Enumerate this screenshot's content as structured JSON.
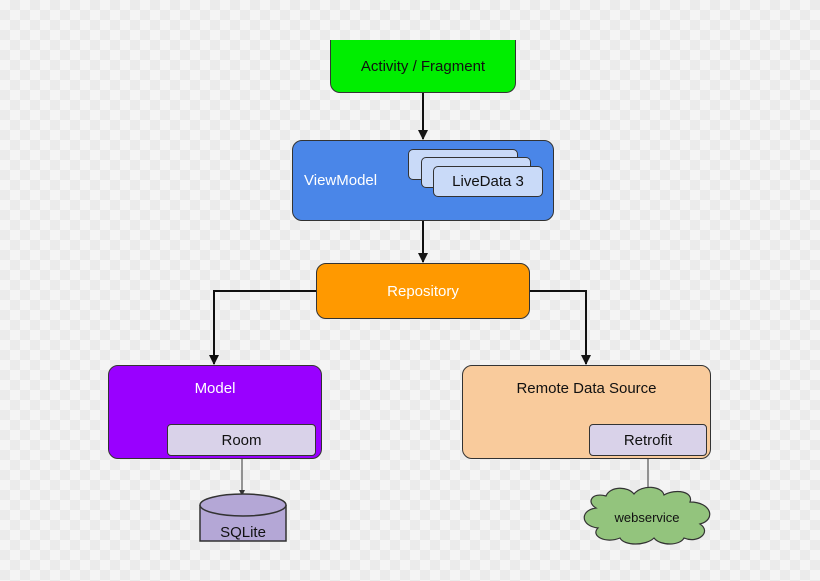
{
  "diagram": {
    "nodes": {
      "activity": {
        "label": "Activity / Fragment",
        "color": "#00ee00"
      },
      "viewmodel": {
        "label": "ViewModel",
        "color": "#4a86e8"
      },
      "livedata": {
        "label": "LiveData 3",
        "color": "#c9daf8"
      },
      "repository": {
        "label": "Repository",
        "color": "#ff9900"
      },
      "model": {
        "label": "Model",
        "color": "#9900ff"
      },
      "room": {
        "label": "Room",
        "color": "#d9d2e9"
      },
      "remote": {
        "label": "Remote Data Source",
        "color": "#f9cb9c"
      },
      "retrofit": {
        "label": "Retrofit",
        "color": "#d9d2e9"
      },
      "sqlite": {
        "label": "SQLite",
        "color": "#b4a7d6"
      },
      "webservice": {
        "label": "webservice",
        "color": "#93c47d"
      }
    },
    "edges": [
      {
        "from": "activity",
        "to": "viewmodel"
      },
      {
        "from": "viewmodel",
        "to": "repository"
      },
      {
        "from": "repository",
        "to": "model"
      },
      {
        "from": "repository",
        "to": "remote"
      },
      {
        "from": "room",
        "to": "sqlite"
      },
      {
        "from": "retrofit",
        "to": "webservice"
      }
    ]
  }
}
